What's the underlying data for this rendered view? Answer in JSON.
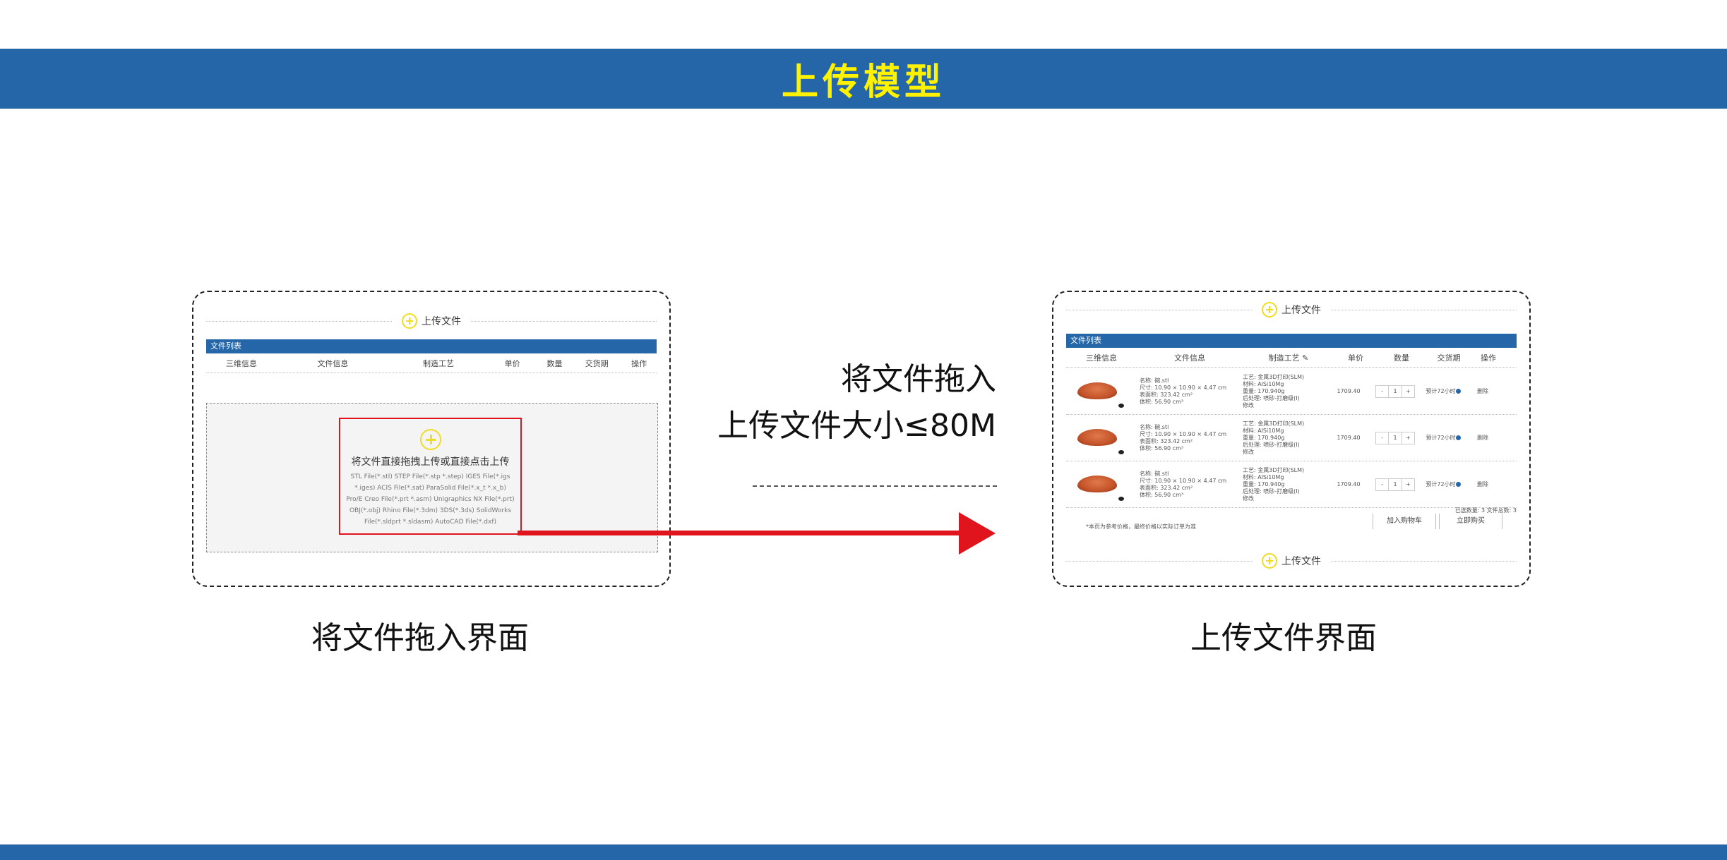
{
  "banner": {
    "title": "上传模型"
  },
  "colors": {
    "brand_blue": "#2566a8",
    "title_yellow": "#fff200",
    "accent_red": "#e0141c",
    "plus_yellow": "#f0dc20"
  },
  "left_panel": {
    "upload_label": "上传文件",
    "list_title": "文件列表",
    "columns": [
      "三维信息",
      "文件信息",
      "制造工艺",
      "单价",
      "数量",
      "交货期",
      "操作"
    ],
    "drop_title": "将文件直接拖拽上传或直接点击上传",
    "drop_formats": "STL File(*.stl) STEP File(*.stp *.step) IGES File(*.igs *.iges) ACIS File(*.sat) ParaSolid File(*.x_t *.x_b) Pro/E Creo File(*.prt *.asm) Unigraphics NX File(*.prt) OBJ(*.obj) Rhino File(*.3dm) 3DS(*.3ds) SolidWorks File(*.sldprt *.sldasm) AutoCAD File(*.dxf)",
    "caption": "将文件拖入界面"
  },
  "middle": {
    "line1": "将文件拖入",
    "line2": "上传文件大小≤80M"
  },
  "right_panel": {
    "upload_label": "上传文件",
    "list_title": "文件列表",
    "columns": [
      "三维信息",
      "文件信息",
      "制造工艺 ✎",
      "单价",
      "数量",
      "交货期",
      "操作"
    ],
    "rows": [
      {
        "name": "名称: 碗.stl",
        "size": "尺寸: 10.90 × 10.90 × 4.47 cm",
        "area": "表面积: 323.42 cm²",
        "volume": "体积: 56.90 cm³",
        "process": "工艺: 金属3D打印(SLM)",
        "material": "材料: AlSi10Mg",
        "weight": "重量: 170.940g",
        "post": "后处理: 喷砂-打磨级(I)",
        "edit": "修改",
        "price": "1709.40",
        "qty": "1",
        "minus": "-",
        "plus": "+",
        "delivery": "预计72小时",
        "op": "删除"
      },
      {
        "name": "名称: 碗.stl",
        "size": "尺寸: 10.90 × 10.90 × 4.47 cm",
        "area": "表面积: 323.42 cm²",
        "volume": "体积: 56.90 cm³",
        "process": "工艺: 金属3D打印(SLM)",
        "material": "材料: AlSi10Mg",
        "weight": "重量: 170.940g",
        "post": "后处理: 喷砂-打磨级(I)",
        "edit": "修改",
        "price": "1709.40",
        "qty": "1",
        "minus": "-",
        "plus": "+",
        "delivery": "预计72小时",
        "op": "删除"
      },
      {
        "name": "名称: 碗.stl",
        "size": "尺寸: 10.90 × 10.90 × 4.47 cm",
        "area": "表面积: 323.42 cm²",
        "volume": "体积: 56.90 cm³",
        "process": "工艺: 金属3D打印(SLM)",
        "material": "材料: AlSi10Mg",
        "weight": "重量: 170.940g",
        "post": "后处理: 喷砂-打磨级(I)",
        "edit": "修改",
        "price": "1709.40",
        "qty": "1",
        "minus": "-",
        "plus": "+",
        "delivery": "预计72小时",
        "op": "删除"
      }
    ],
    "totals": "已选数量: 3    文件总数: 3",
    "note": "*本页为参考价格，最终价格以实际订单为准",
    "add_cart": "加入购物车",
    "buy_now": "立即购买",
    "caption": "上传文件界面"
  }
}
